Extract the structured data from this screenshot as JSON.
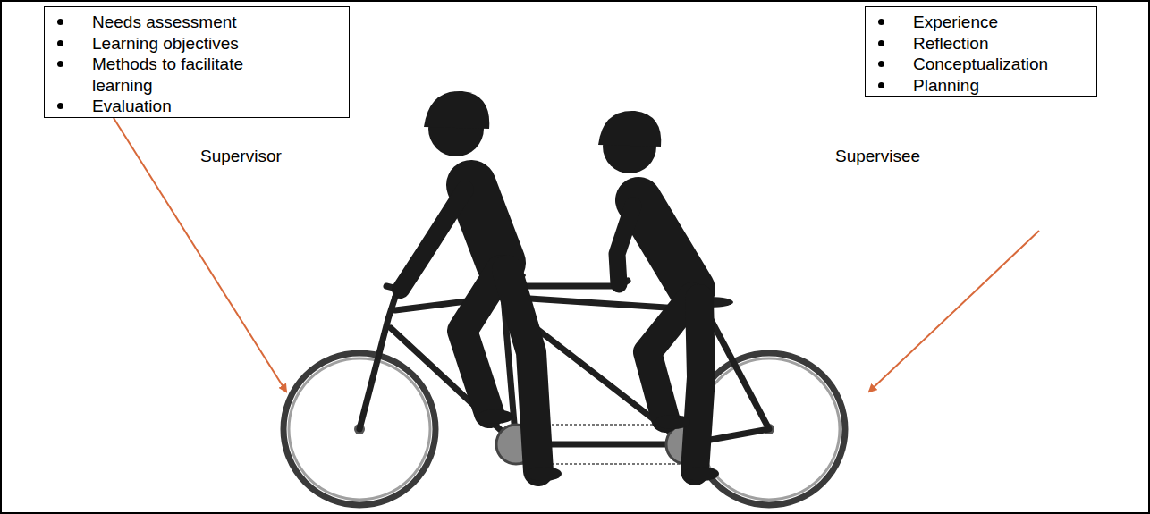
{
  "diagram": {
    "nodes": [
      {
        "text": [
          "Needs assessment",
          "Learning objectives",
          "Methods to facilitate learning",
          "Evaluation"
        ]
      },
      {
        "text": [
          "Experience",
          "Reflection",
          "Conceptualization",
          "Planning"
        ]
      }
    ],
    "labels": [
      "Supervisor",
      "Supervisee"
    ]
  }
}
